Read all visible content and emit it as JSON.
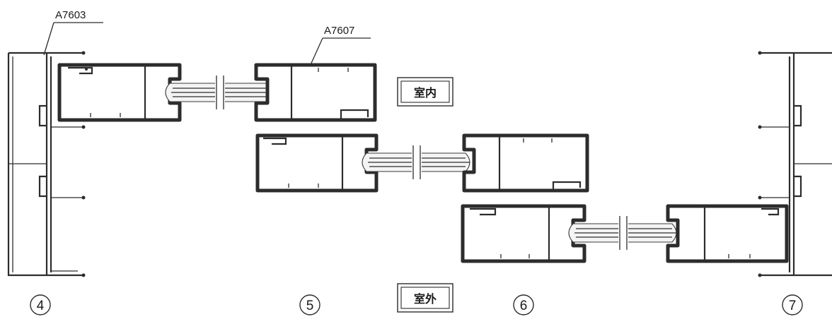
{
  "part_labels": {
    "left_frame": "A7603",
    "sash": "A7607"
  },
  "room_labels": {
    "indoor": "室内",
    "outdoor": "室外"
  },
  "section_numbers": [
    "4",
    "5",
    "6",
    "7"
  ]
}
